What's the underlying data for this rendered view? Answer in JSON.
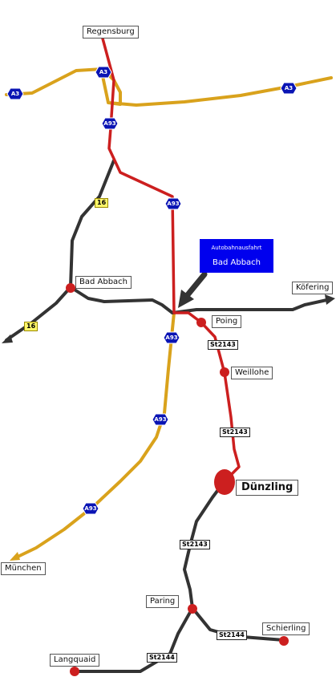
{
  "places": {
    "regensburg": "Regensburg",
    "bad_abbach": "Bad Abbach",
    "koefering": "Köfering",
    "poing": "Poing",
    "weillohe": "Weillohe",
    "duenzling": "Dünzling",
    "muenchen": "München",
    "paring": "Paring",
    "schierling": "Schierling",
    "langquaid": "Langquaid"
  },
  "routes": {
    "a3": "A3",
    "a93": "A93",
    "b16": "16",
    "st2143": "St2143",
    "st2144": "St2144"
  },
  "exit_sign": {
    "line1": "Autobahnausfahrt",
    "line2": "Bad Abbach"
  },
  "colors": {
    "autobahn": "#d9a21c",
    "highlight_route": "#cc1f1f",
    "road": "#333333",
    "shield": "#0a14b4",
    "sign": "#0000ee",
    "b_road_badge": "#fff76a"
  }
}
